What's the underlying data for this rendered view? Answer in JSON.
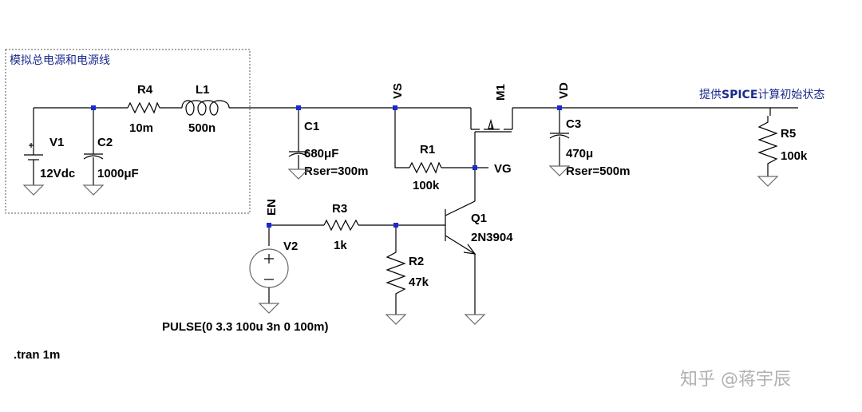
{
  "box_title": "模拟总电源和电源线",
  "annotation": {
    "prefix": "提供",
    "highlight": "SPICE",
    "suffix": "计算初始状态"
  },
  "nets": {
    "vs": "VS",
    "vd": "VD",
    "vg": "VG",
    "en": "EN"
  },
  "components": {
    "v1": {
      "ref": "V1",
      "value": "12Vdc"
    },
    "c2": {
      "ref": "C2",
      "value": "1000μF"
    },
    "r4": {
      "ref": "R4",
      "value": "10m"
    },
    "l1": {
      "ref": "L1",
      "value": "500n"
    },
    "c1": {
      "ref": "C1",
      "value": "680μF",
      "extra": "Rser=300m"
    },
    "r1": {
      "ref": "R1",
      "value": "100k"
    },
    "m1": {
      "ref": "M1"
    },
    "c3": {
      "ref": "C3",
      "value": "470μ",
      "extra": "Rser=500m"
    },
    "r5": {
      "ref": "R5",
      "value": "100k"
    },
    "v2": {
      "ref": "V2",
      "value": "PULSE(0 3.3 100u 3n 0 100m)"
    },
    "r3": {
      "ref": "R3",
      "value": "1k"
    },
    "r2": {
      "ref": "R2",
      "value": "47k"
    },
    "q1": {
      "ref": "Q1",
      "value": "2N3904"
    }
  },
  "directive": ".tran 1m",
  "watermark": "知乎 @蒋宇辰"
}
